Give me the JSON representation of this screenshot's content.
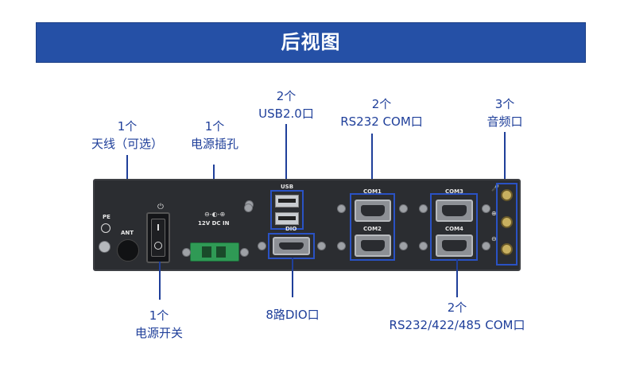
{
  "header": {
    "title": "后视图"
  },
  "callouts": {
    "antenna": {
      "count": "1个",
      "name": "天线（可选）"
    },
    "dc_jack": {
      "count": "1个",
      "name": "电源插孔"
    },
    "usb": {
      "count": "2个",
      "name": "USB2.0口"
    },
    "rs232": {
      "count": "2个",
      "name": "RS232 COM口"
    },
    "audio": {
      "count": "3个",
      "name": "音频口"
    },
    "power_switch": {
      "count": "1个",
      "name": "电源开关"
    },
    "dio": {
      "name": "8路DIO口"
    },
    "rs232_422_485": {
      "count": "2个",
      "name": "RS232/422/485 COM口"
    }
  },
  "panel": {
    "pe": "PE",
    "ant": "ANT",
    "dc_label": "12V DC IN",
    "usb": "USB",
    "dio": "DIO",
    "com1": "COM1",
    "com2": "COM2",
    "com3": "COM3",
    "com4": "COM4"
  },
  "colors": {
    "banner": "#2550a6",
    "callout": "#1f3f9a",
    "highlight": "#2a52c4",
    "panel": "#2b2d31"
  }
}
